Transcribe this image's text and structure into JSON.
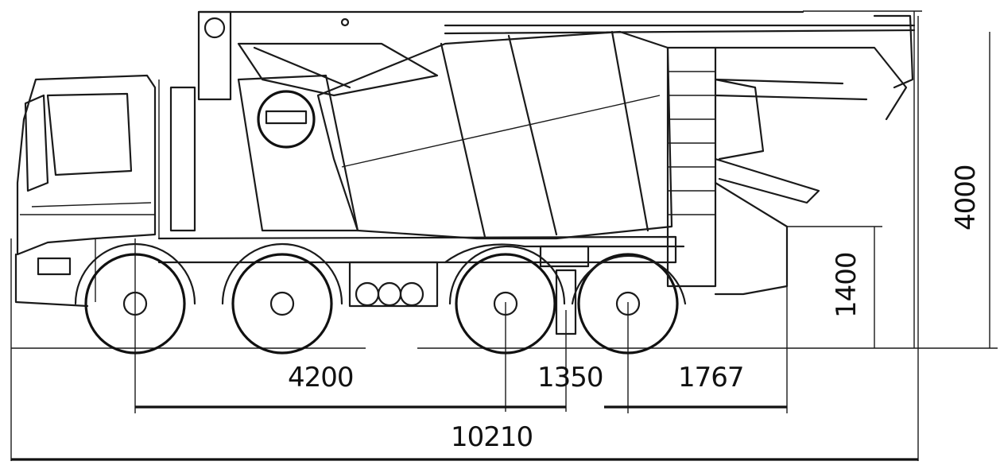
{
  "dimensions": {
    "wheelbase_front": "4200",
    "tandem_spacing": "1350",
    "rear_overhang": "1767",
    "overall_length": "10210",
    "chute_height": "1400",
    "overall_height": "4000"
  }
}
